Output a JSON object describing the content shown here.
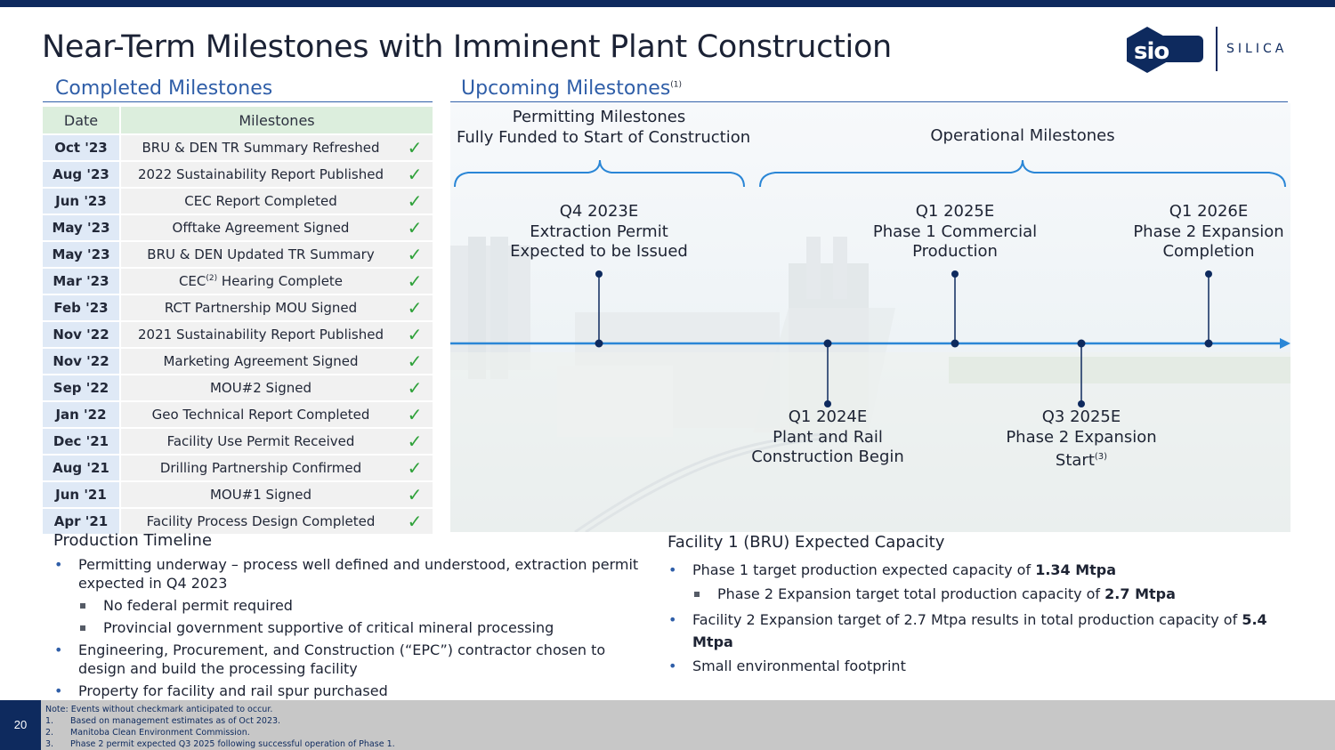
{
  "title": "Near-Term Milestones with Imminent Plant Construction",
  "logo": {
    "mark": "Sio",
    "word": "SILICA"
  },
  "completed": {
    "heading": "Completed Milestones",
    "columns": [
      "Date",
      "Milestones"
    ],
    "rows": [
      {
        "date": "Oct '23",
        "text": "BRU & DEN TR Summary Refreshed",
        "check": "✓"
      },
      {
        "date": "Aug '23",
        "text": "2022 Sustainability Report Published",
        "check": "✓"
      },
      {
        "date": "Jun '23",
        "text": "CEC Report Completed",
        "check": "✓"
      },
      {
        "date": "May '23",
        "text": "Offtake Agreement Signed",
        "check": "✓"
      },
      {
        "date": "May '23",
        "text": "BRU & DEN Updated TR Summary",
        "check": "✓"
      },
      {
        "date": "Mar '23",
        "text_pre": "CEC",
        "cite": "(2)",
        "text": " Hearing Complete",
        "check": "✓"
      },
      {
        "date": "Feb '23",
        "text": "RCT Partnership MOU Signed",
        "check": "✓"
      },
      {
        "date": "Nov '22",
        "text": "2021 Sustainability Report Published",
        "check": "✓"
      },
      {
        "date": "Nov '22",
        "text": "Marketing Agreement Signed",
        "check": "✓"
      },
      {
        "date": "Sep '22",
        "text": "MOU#2 Signed",
        "check": "✓"
      },
      {
        "date": "Jan '22",
        "text": "Geo Technical Report Completed",
        "check": "✓"
      },
      {
        "date": "Dec '21",
        "text": "Facility Use Permit Received",
        "check": "✓"
      },
      {
        "date": "Aug '21",
        "text": "Drilling Partnership Confirmed",
        "check": "✓"
      },
      {
        "date": "Jun '21",
        "text": "MOU#1 Signed",
        "check": "✓"
      },
      {
        "date": "Apr '21",
        "text": "Facility Process Design Completed",
        "check": "✓"
      }
    ]
  },
  "upcoming": {
    "heading": "Upcoming Milestones",
    "heading_cite": "(1)",
    "permitting_group": [
      "Permitting Milestones",
      "Fully Funded to Start of Construction"
    ],
    "operational_group": "Operational Milestones",
    "milestones": [
      {
        "lines": [
          "Q4 2023E",
          "Extraction Permit",
          "Expected to be Issued"
        ]
      },
      {
        "lines": [
          "Q1 2024E",
          "Plant and Rail",
          "Construction Begin"
        ]
      },
      {
        "lines": [
          "Q1 2025E",
          "Phase 1 Commercial",
          "Production"
        ]
      },
      {
        "lines": [
          "Q3 2025E",
          "Phase 2 Expansion",
          "Start"
        ],
        "cite": "(3)"
      },
      {
        "lines": [
          "Q1 2026E",
          "Phase 2 Expansion",
          "Completion"
        ]
      }
    ]
  },
  "production": {
    "heading": "Production Timeline",
    "b1": "Permitting underway – process well defined and understood, extraction permit expected in Q4 2023",
    "b1_sub1": "No federal permit required",
    "b1_sub2": "Provincial government supportive of critical mineral processing",
    "b2": "Engineering, Procurement, and Construction (“EPC”) contractor chosen to design and build the processing facility",
    "b3": "Property for facility and rail spur purchased"
  },
  "capacity": {
    "heading": "Facility 1 (BRU) Expected Capacity",
    "b1_text": "Phase 1 target production expected capacity of ",
    "b1_bold": "1.34 Mtpa",
    "b1_sub_text": "Phase 2 Expansion target total production capacity of ",
    "b1_sub_bold": "2.7 Mtpa",
    "b2_text": "Facility 2 Expansion target of 2.7 Mtpa results in total production capacity of ",
    "b2_bold": "5.4 Mtpa",
    "b3": "Small environmental footprint"
  },
  "footer": {
    "page": "20",
    "note": "Note: Events without checkmark anticipated to occur.",
    "items": [
      {
        "num": "1.",
        "text": "Based on management estimates as of Oct 2023."
      },
      {
        "num": "2.",
        "text": "Manitoba Clean Environment Commission."
      },
      {
        "num": "3.",
        "text": "Phase 2 permit expected Q3 2025 following successful operation of Phase 1."
      }
    ]
  },
  "colors": {
    "navy": "#0e2a5e",
    "accent_blue": "#2f5ea8",
    "timeline_blue": "#2a86d6",
    "check_green": "#2fa13a"
  }
}
